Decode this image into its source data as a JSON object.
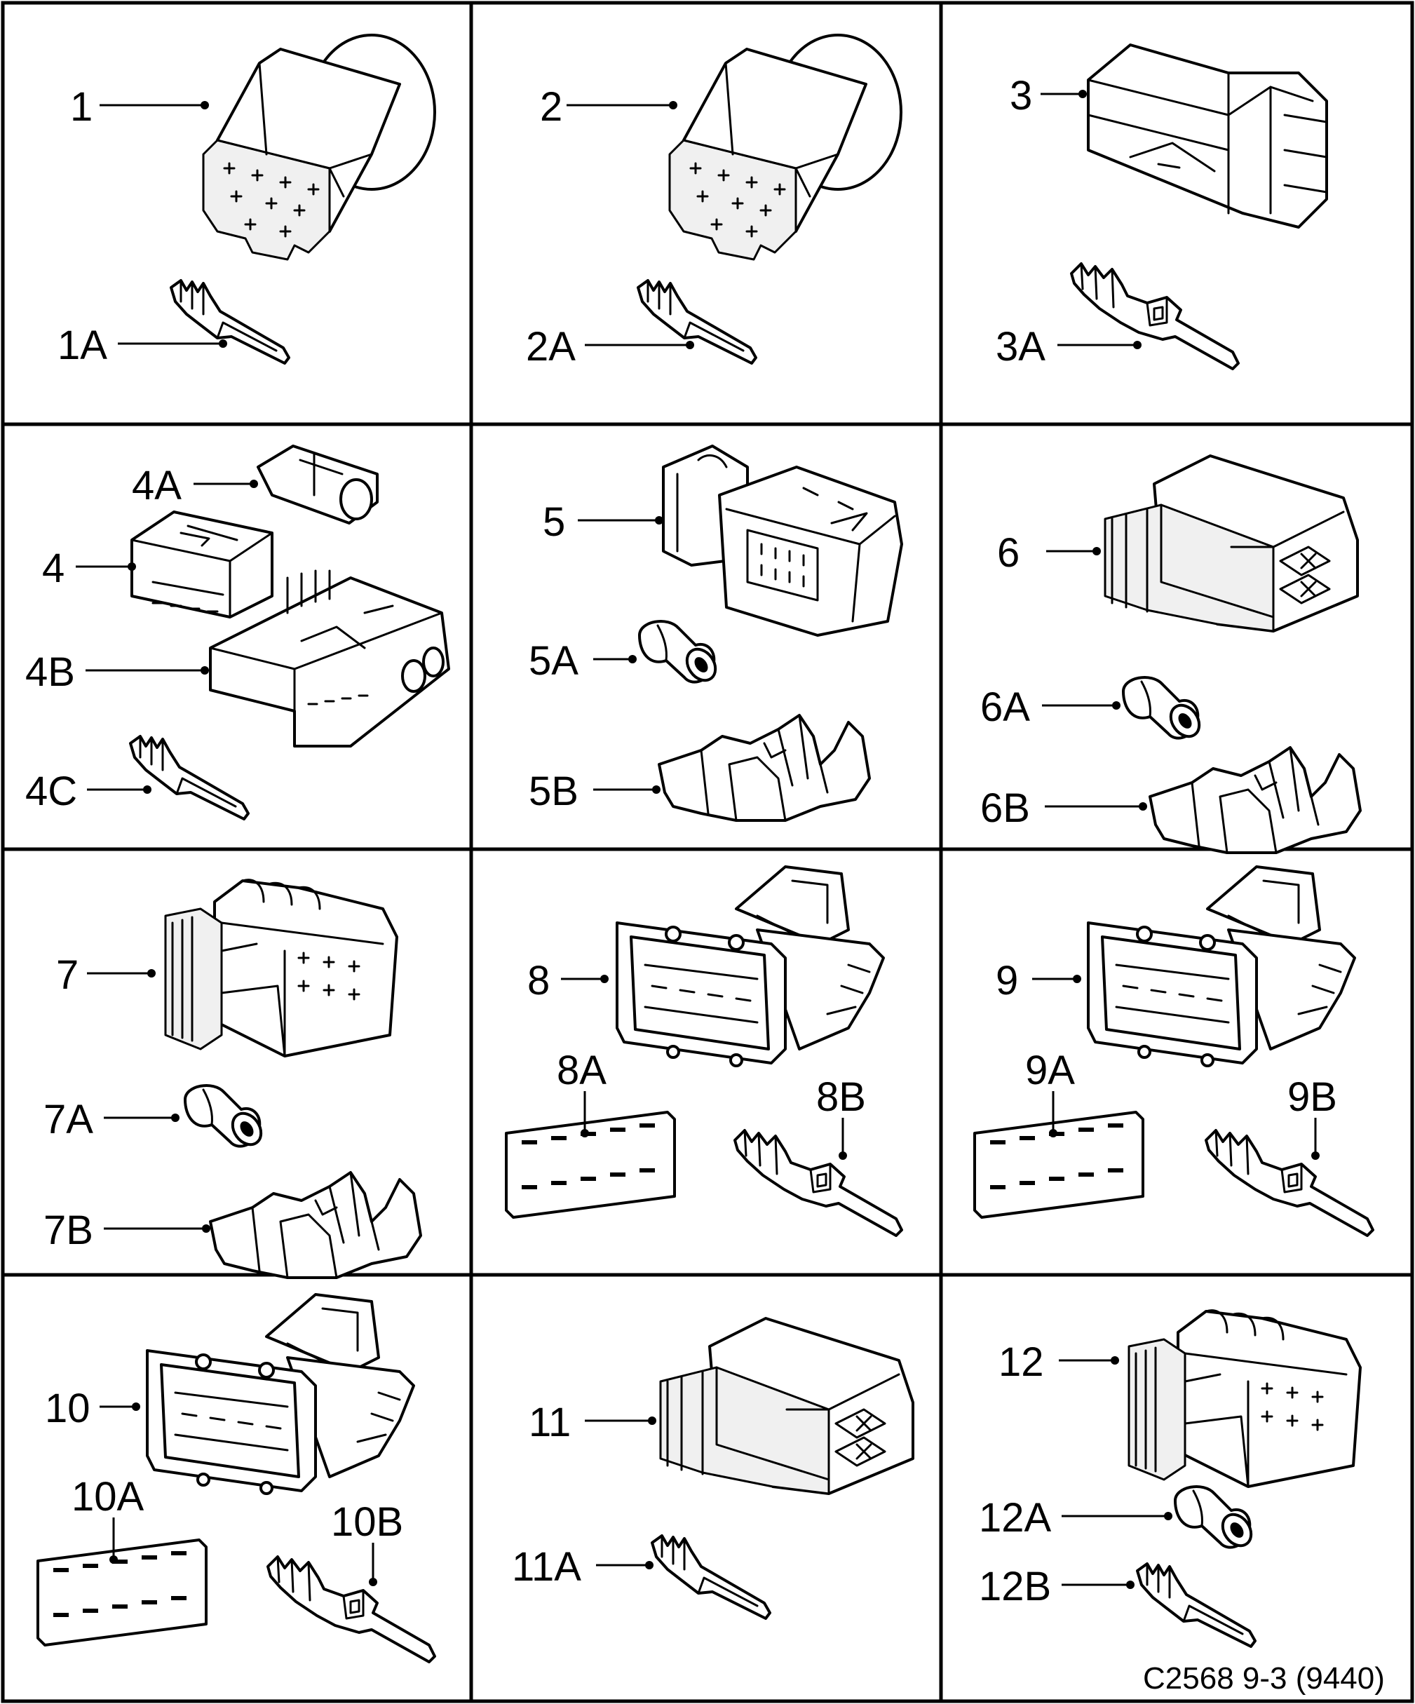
{
  "labels": {
    "p1": "1",
    "p1a": "1A",
    "p2": "2",
    "p2a": "2A",
    "p3": "3",
    "p3a": "3A",
    "p4": "4",
    "p4a": "4A",
    "p4b": "4B",
    "p4c": "4C",
    "p5": "5",
    "p5a": "5A",
    "p5b": "5B",
    "p6": "6",
    "p6a": "6A",
    "p6b": "6B",
    "p7": "7",
    "p7a": "7A",
    "p7b": "7B",
    "p8": "8",
    "p8a": "8A",
    "p8b": "8B",
    "p9": "9",
    "p9a": "9A",
    "p9b": "9B",
    "p10": "10",
    "p10a": "10A",
    "p10b": "10B",
    "p11": "11",
    "p11a": "11A",
    "p12": "12",
    "p12a": "12A",
    "p12b": "12B"
  },
  "reference_code": "C2568 9-3 (9440)"
}
